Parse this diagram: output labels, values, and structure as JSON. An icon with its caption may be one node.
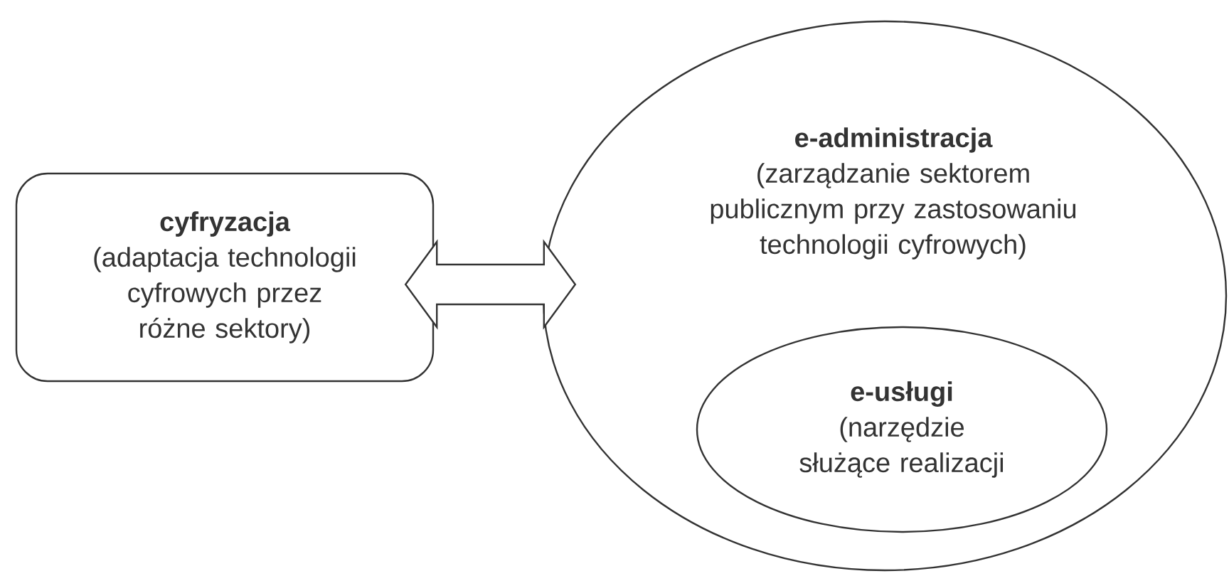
{
  "diagram": {
    "nodes": [
      {
        "text": [
          "cyfryzacja",
          "(adaptacja technologii cyfrowych przez różne sektory)"
        ]
      },
      {
        "text": [
          "e-administracja",
          "(zarządzanie sektorem publicznym przy zastosowaniu technologii cyfrowych)"
        ]
      },
      {
        "text": [
          "e-usługi",
          "(narzędzie służące realizacji"
        ],
        "in": 1
      }
    ],
    "edges": [
      {
        "from": 0,
        "to": 1,
        "arrow": "both"
      }
    ]
  }
}
